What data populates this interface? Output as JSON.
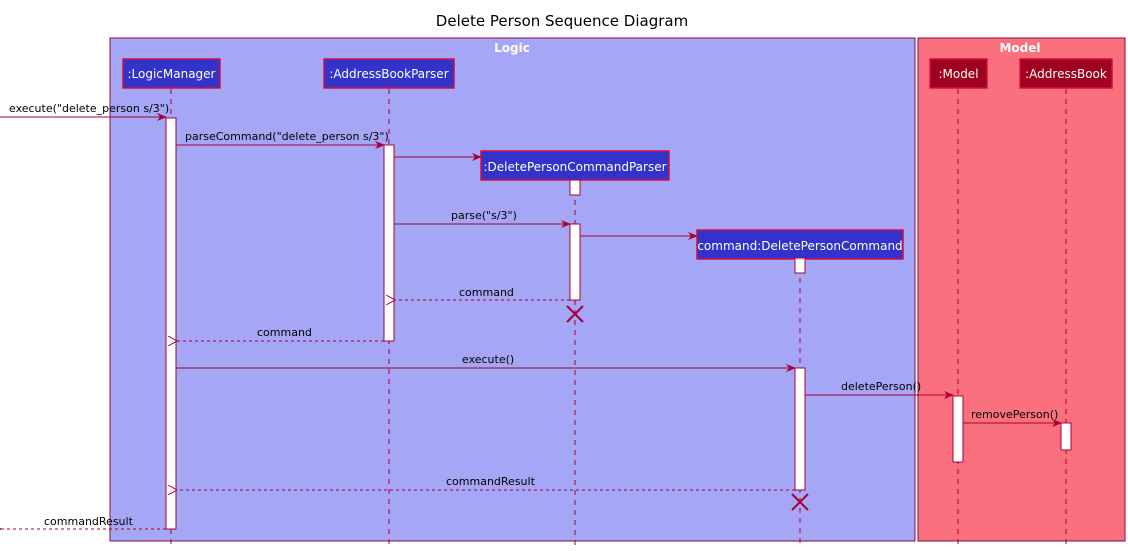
{
  "diagram": {
    "title": "Delete Person Sequence Diagram",
    "colors": {
      "logic_box_fill": "#a5a6f6",
      "logic_box_border": "#8b0a45",
      "model_box_fill": "#fa707f",
      "model_box_border": "#8b0a45",
      "logic_participant_fill": "#3333cc",
      "model_participant_fill": "#a00020",
      "participant_border": "#d01040",
      "arrow": "#a80036",
      "lifeline": "#a80036",
      "activation_fill": "#ffffff"
    },
    "groups": [
      {
        "id": "logic",
        "label": "Logic"
      },
      {
        "id": "model",
        "label": "Model"
      }
    ],
    "participants": [
      {
        "id": "lm",
        "label": ":LogicManager",
        "group": "logic"
      },
      {
        "id": "abp",
        "label": ":AddressBookParser",
        "group": "logic"
      },
      {
        "id": "dpcp",
        "label": ":DeletePersonCommandParser",
        "group": "logic"
      },
      {
        "id": "dpc",
        "label": "command:DeletePersonCommand",
        "group": "logic"
      },
      {
        "id": "model",
        "label": ":Model",
        "group": "model"
      },
      {
        "id": "ab",
        "label": ":AddressBook",
        "group": "model"
      }
    ],
    "messages": [
      {
        "from": "external",
        "to": "lm",
        "label": "execute(\"delete_person s/3\")",
        "type": "call"
      },
      {
        "from": "lm",
        "to": "abp",
        "label": "parseCommand(\"delete_person s/3\")",
        "type": "call"
      },
      {
        "from": "abp",
        "to": "dpcp",
        "label": "",
        "type": "create"
      },
      {
        "from": "abp",
        "to": "dpcp",
        "label": "parse(\"s/3\")",
        "type": "call"
      },
      {
        "from": "dpcp",
        "to": "dpc",
        "label": "",
        "type": "create"
      },
      {
        "from": "dpcp",
        "to": "abp",
        "label": "command",
        "type": "return"
      },
      {
        "from": "abp",
        "to": "lm",
        "label": "command",
        "type": "return"
      },
      {
        "from": "lm",
        "to": "dpc",
        "label": "execute()",
        "type": "call"
      },
      {
        "from": "dpc",
        "to": "model",
        "label": "deletePerson()",
        "type": "call"
      },
      {
        "from": "model",
        "to": "ab",
        "label": "removePerson()",
        "type": "call"
      },
      {
        "from": "dpc",
        "to": "lm",
        "label": "commandResult",
        "type": "return"
      },
      {
        "from": "lm",
        "to": "external",
        "label": "commandResult",
        "type": "return"
      }
    ]
  }
}
